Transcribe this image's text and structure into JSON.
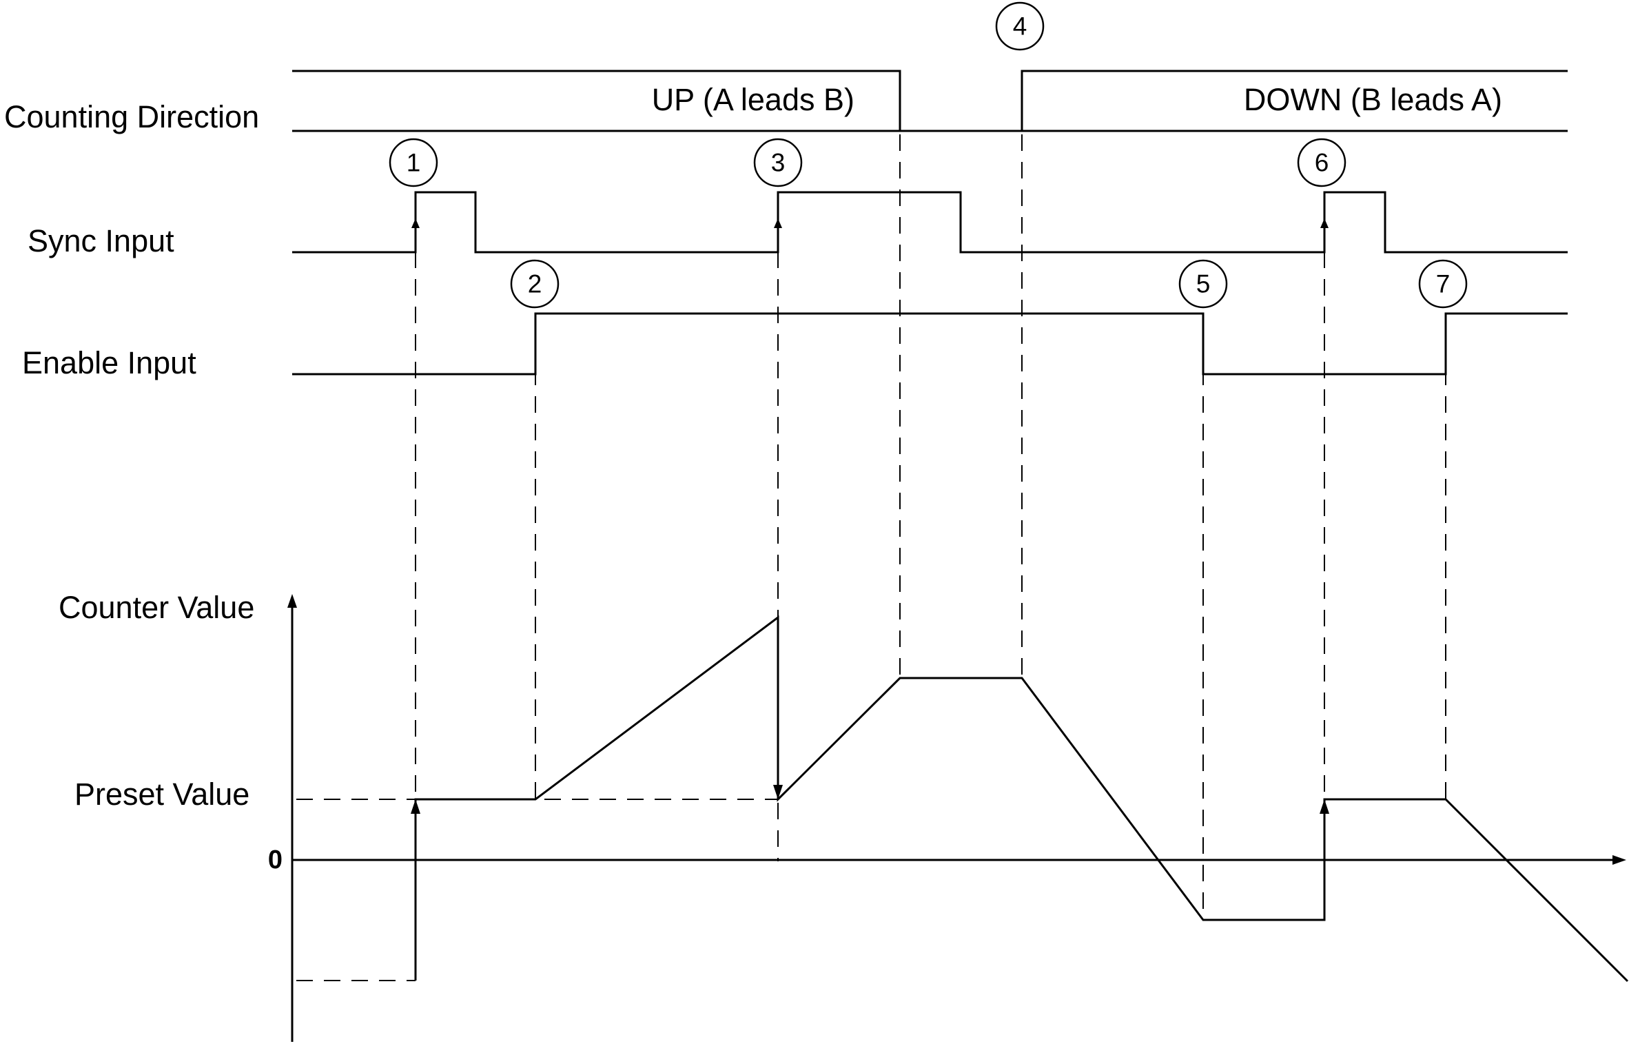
{
  "signals": {
    "counting_direction": "Counting Direction",
    "sync_input": "Sync Input",
    "enable_input": "Enable Input"
  },
  "direction": {
    "up_label": "UP (A leads B)",
    "down_label": "DOWN  (B leads A)"
  },
  "graph": {
    "y_axis_label": "Counter Value",
    "preset_label": "Preset Value",
    "zero_label": "0"
  },
  "events": [
    "1",
    "2",
    "3",
    "4",
    "5",
    "6",
    "7"
  ]
}
